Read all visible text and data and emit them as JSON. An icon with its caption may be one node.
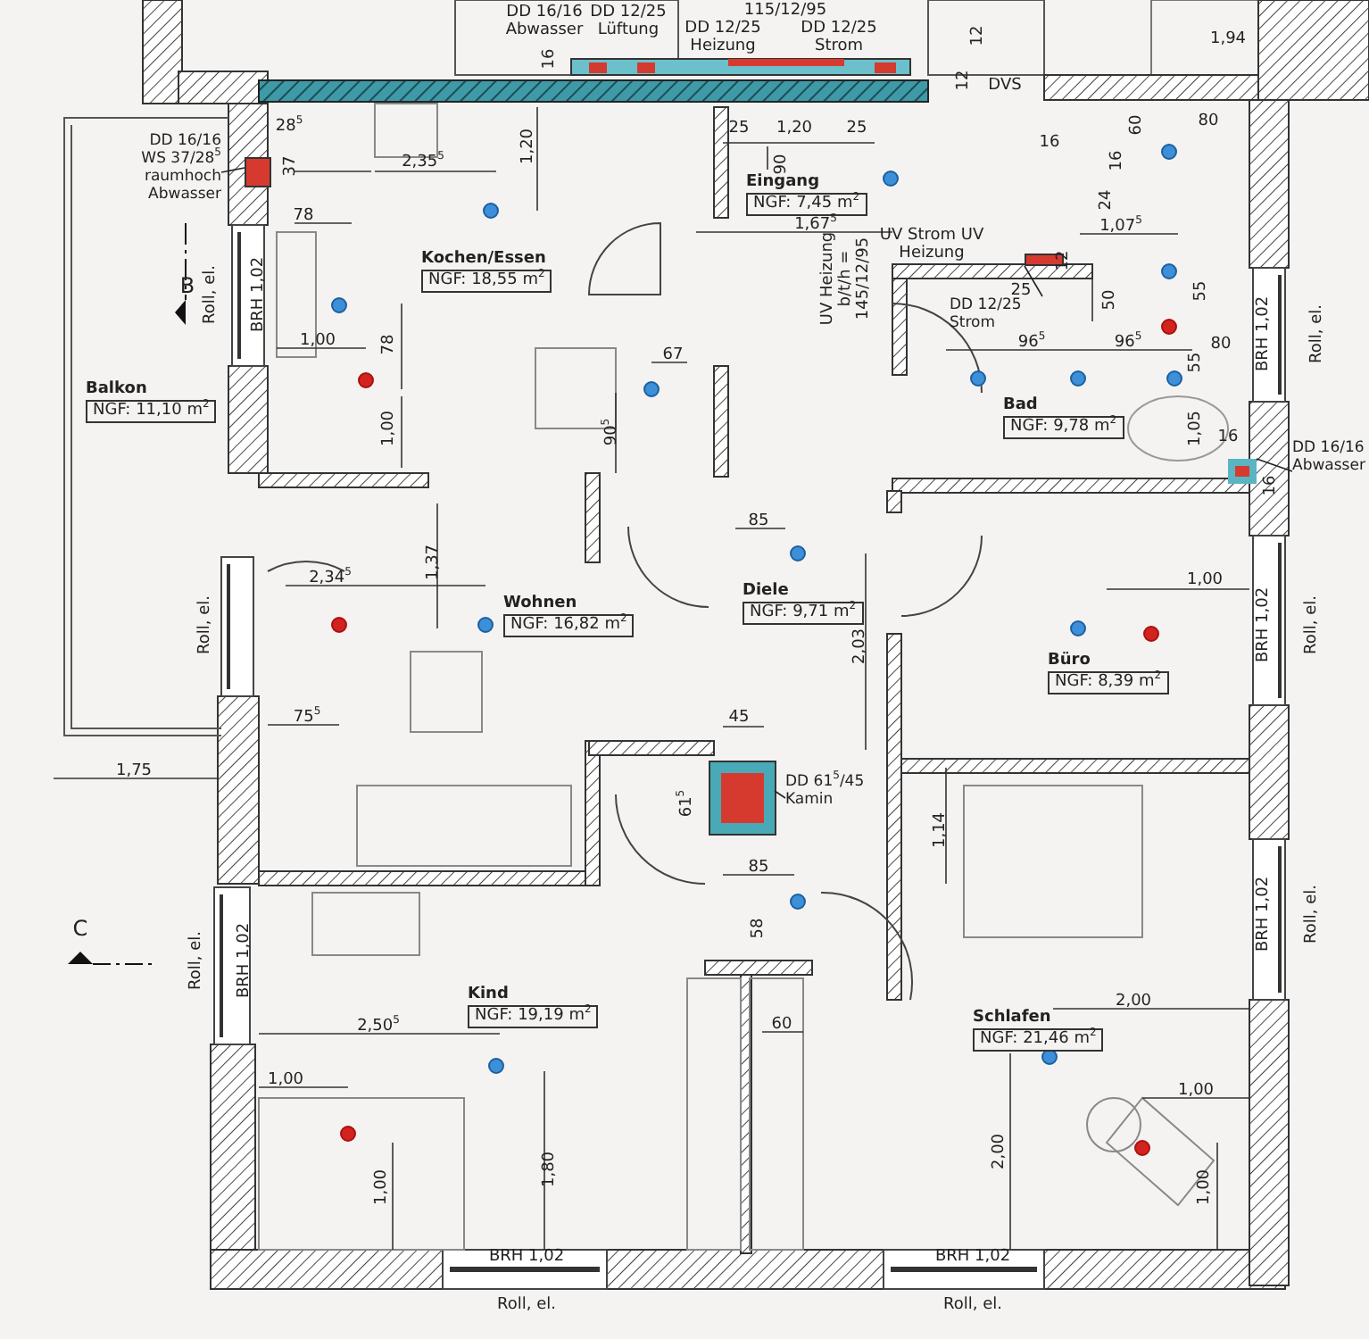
{
  "diagram": {
    "nodes": [
      {
        "text": [
          "Balkon",
          "NGF: 11,10 m$^{2}$"
        ]
      },
      {
        "text": [
          "Kochen/Essen",
          "NGF: 18,55 m$^{2}$"
        ]
      },
      {
        "text": [
          "Eingang",
          "NGF: 7,45 m$^{2}$"
        ]
      },
      {
        "text": [
          "Bad",
          "NGF: 9,78 m$^{2}$"
        ]
      },
      {
        "text": [
          "Wohnen",
          "NGF: 16,82 m$^{2}$"
        ]
      },
      {
        "text": [
          "Diele",
          "NGF: 9,71 m$^{2}$"
        ]
      },
      {
        "text": [
          "Büro",
          "NGF: 8,39 m$^{2}$"
        ]
      },
      {
        "text": [
          "Kind",
          "NGF: 19,19 m$^{2}$"
        ]
      },
      {
        "text": [
          "Schlafen",
          "NGF: 21,46 m$^{2}$"
        ]
      },
      {
        "text": [
          "DD 16/16 WS 37/28$^{5}$ raumhoch Abwasser"
        ]
      },
      {
        "text": [],
        "shape": "box"
      },
      {
        "text": [
          "DD 12/25 Strom"
        ]
      },
      {
        "text": [],
        "shape": "box"
      },
      {
        "text": [
          "DD 61$^{5}$/45 Kamin"
        ]
      },
      {
        "text": [],
        "shape": "box"
      },
      {
        "text": [
          "DD 16/16 Abwasser"
        ]
      },
      {
        "text": [],
        "shape": "box"
      }
    ],
    "edges": [
      {
        "from": 9,
        "to": 10,
        "arrow": "none"
      },
      {
        "from": 11,
        "to": 12,
        "arrow": "none"
      },
      {
        "from": 13,
        "to": 14,
        "arrow": "none"
      },
      {
        "from": 15,
        "to": 16,
        "arrow": "none"
      }
    ],
    "labels": [
      "DD 16/16 Abwasser",
      "DD 12/25 Lüftung",
      "115/12/95",
      "DD 12/25 Heizung",
      "DD 12/25 Strom",
      "12",
      "12",
      "DVS",
      "1,94",
      "16",
      "28$^{5}$",
      "37",
      "2,35$^{5}$",
      "1,20",
      "25",
      "1,20",
      "25",
      "90",
      "16",
      "60",
      "80",
      "16",
      "24",
      "78",
      "1,67$^{5}$",
      "UV Strom UV Heizung",
      "1,07$^{5}$",
      "UV Heizung b/t/h = 145/12/95",
      "25",
      "12",
      "50",
      "55",
      "Roll, el.",
      "BRH 1,02",
      "B",
      "1,00",
      "78",
      "96$^{5}$",
      "96$^{5}$",
      "55",
      "80",
      "BRH 1,02",
      "Roll, el.",
      "67",
      "1,00",
      "90$^{5}$",
      "1,05",
      "16",
      "16",
      "85",
      "2,34$^{5}$",
      "1,37",
      "1,00",
      "Roll, el.",
      "2,03",
      "BRH 1,02",
      "Roll, el.",
      "75$^{5}$",
      "45",
      "1,75",
      "61$^{5}$",
      "1,14",
      "85",
      "C",
      "58",
      "Roll, el.",
      "BRH 1,02",
      "BRH 1,02",
      "Roll, el.",
      "2,00",
      "2,50$^{5}$",
      "60",
      "1,00",
      "1,00",
      "1,80",
      "1,00",
      "2,00",
      "1,00",
      "BRH 1,02",
      "Roll, el.",
      "BRH 1,02",
      "Roll, el."
    ]
  }
}
